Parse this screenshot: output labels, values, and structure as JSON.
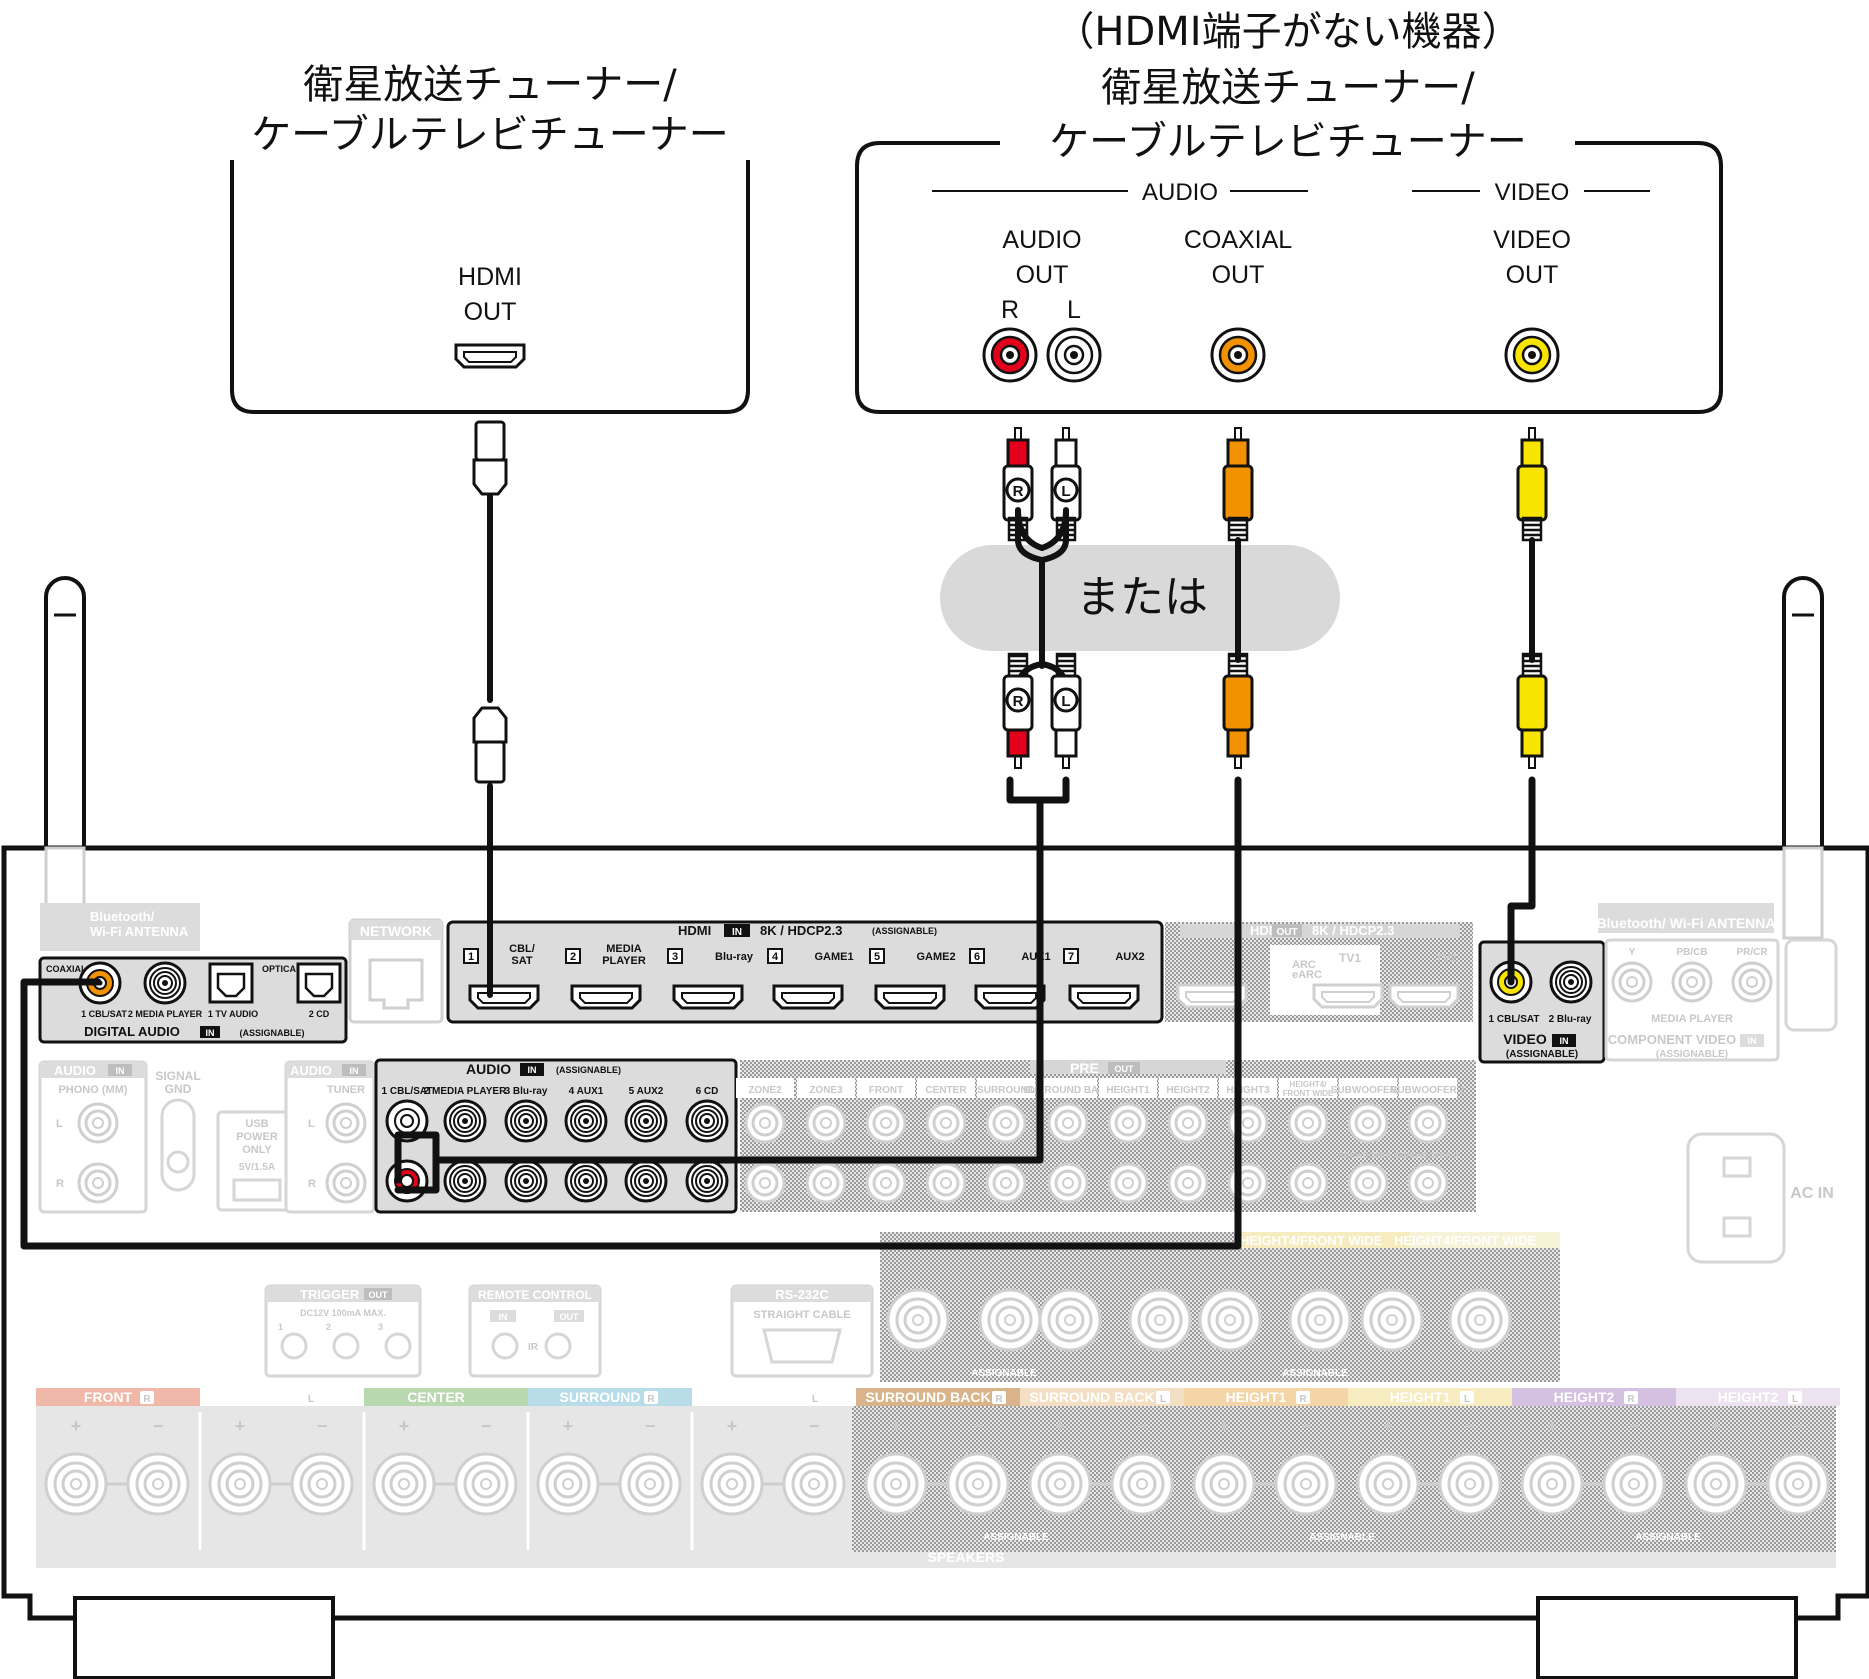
{
  "devices": {
    "hdmi_tuner": {
      "title_line1": "衛星放送チューナー/",
      "title_line2": "ケーブルテレビチューナー",
      "port_line1": "HDMI",
      "port_line2": "OUT"
    },
    "analog_tuner": {
      "note": "（HDMI端子がない機器）",
      "title_line1": "衛星放送チューナー/",
      "title_line2": "ケーブルテレビチューナー",
      "audio_group": "AUDIO",
      "video_group": "VIDEO",
      "audio_out_line1": "AUDIO",
      "audio_out_line2": "OUT",
      "r": "R",
      "l": "L",
      "coaxial_out_line1": "COAXIAL",
      "coaxial_out_line2": "OUT",
      "video_out_line1": "VIDEO",
      "video_out_line2": "OUT"
    }
  },
  "or_label": "または",
  "plug_r": "R",
  "plug_l": "L",
  "receiver": {
    "antenna_left": "Bluetooth/\nWi-Fi ANTENNA",
    "antenna_right": "Bluetooth/ Wi-Fi ANTENNA",
    "network": "NETWORK",
    "hdmi_in": {
      "header": "HDMI",
      "in": "IN",
      "spec": "8K / HDCP2.3",
      "assignable": "(ASSIGNABLE)",
      "ports": [
        {
          "num": "1",
          "name": "CBL/\nSAT"
        },
        {
          "num": "2",
          "name": "MEDIA\nPLAYER"
        },
        {
          "num": "3",
          "name": "Blu-ray"
        },
        {
          "num": "4",
          "name": "GAME1"
        },
        {
          "num": "5",
          "name": "GAME2"
        },
        {
          "num": "6",
          "name": "AUX1"
        },
        {
          "num": "7",
          "name": "AUX2"
        }
      ]
    },
    "hdmi_out": {
      "header": "HDMI",
      "out": "OUT",
      "spec": "8K / HDCP2.3",
      "arc": "ARC\neARC",
      "tv1": "TV1",
      "tv2": "TV2"
    },
    "digital_audio": {
      "coaxial": "COAXIAL",
      "optical": "OPTICAL",
      "ports": [
        "1 CBL/SAT",
        "2 MEDIA PLAYER",
        "1 TV AUDIO",
        "2 CD"
      ],
      "label": "DIGITAL AUDIO",
      "in": "IN",
      "assignable": "(ASSIGNABLE)"
    },
    "audio_in": {
      "header": "AUDIO",
      "in": "IN",
      "assignable": "(ASSIGNABLE)",
      "ports": [
        "1 CBL/SAT",
        "2 MEDIA PLAYER",
        "3 Blu-ray",
        "4 AUX1",
        "5 AUX2",
        "6 CD"
      ]
    },
    "phono": {
      "header": "AUDIO",
      "in": "IN",
      "name": "PHONO (MM)",
      "l": "L",
      "r": "R"
    },
    "signal_gnd": "SIGNAL\nGND",
    "usb": "USB\nPOWER\nONLY",
    "usb_rating": "5V/1.5A",
    "tuner": {
      "header": "AUDIO",
      "in": "IN",
      "name": "TUNER",
      "l": "L",
      "r": "R"
    },
    "pre_out": {
      "header": "PRE",
      "out": "OUT",
      "labels": [
        "ZONE2",
        "ZONE3",
        "FRONT",
        "CENTER",
        "SURROUND",
        "SURROUND BACK",
        "HEIGHT1",
        "HEIGHT2",
        "HEIGHT3",
        "HEIGHT4/\nFRONT WIDE",
        "SUBWOOFER 1",
        "SUBWOOFER 2"
      ],
      "sub3": "SUBWOOFER 3",
      "sub4": "SUBWOOFER 4"
    },
    "video_in": {
      "ports": [
        "1 CBL/SAT",
        "2 Blu-ray"
      ],
      "label": "VIDEO",
      "in": "IN",
      "assignable": "(ASSIGNABLE)"
    },
    "component": {
      "y": "Y",
      "pb": "PB/CB",
      "pr": "PR/CR",
      "media_player": "MEDIA PLAYER",
      "label": "COMPONENT VIDEO",
      "in": "IN",
      "assignable": "(ASSIGNABLE)"
    },
    "ac_in": "AC IN",
    "trigger": {
      "header": "TRIGGER",
      "out": "OUT",
      "spec": "DC12V 100mA MAX.",
      "nums": [
        "1",
        "2",
        "3"
      ]
    },
    "remote": {
      "header": "REMOTE CONTROL",
      "in": "IN",
      "out": "OUT",
      "ir": "IR"
    },
    "rs232c": {
      "header": "RS-232C",
      "sub": "STRAIGHT CABLE"
    },
    "height4_r": "HEIGHT4/FRONT WIDE",
    "height4_l": "HEIGHT4/FRONT WIDE",
    "assignable": "ASSIGNABLE",
    "speakers": {
      "label": "SPEAKERS",
      "groups": [
        {
          "name": "FRONT",
          "ch": "R",
          "color": "#f0b8a8"
        },
        {
          "name": "FRONT",
          "ch": "L",
          "color": "#ffffff"
        },
        {
          "name": "CENTER",
          "ch": "",
          "color": "#b8d8b0"
        },
        {
          "name": "SURROUND",
          "ch": "R",
          "color": "#b8dce8"
        },
        {
          "name": "SURROUND",
          "ch": "L",
          "color": "#ffffff"
        },
        {
          "name": "SURROUND BACK",
          "ch": "R",
          "color": "#d9b48a"
        },
        {
          "name": "SURROUND BACK",
          "ch": "L",
          "color": "#f2dfc4"
        },
        {
          "name": "HEIGHT1",
          "ch": "R",
          "color": "#f3d5a8"
        },
        {
          "name": "HEIGHT1",
          "ch": "L",
          "color": "#f6ecc0"
        },
        {
          "name": "HEIGHT2",
          "ch": "R",
          "color": "#d4c0e0"
        },
        {
          "name": "HEIGHT2",
          "ch": "L",
          "color": "#ece2f0"
        }
      ]
    }
  }
}
